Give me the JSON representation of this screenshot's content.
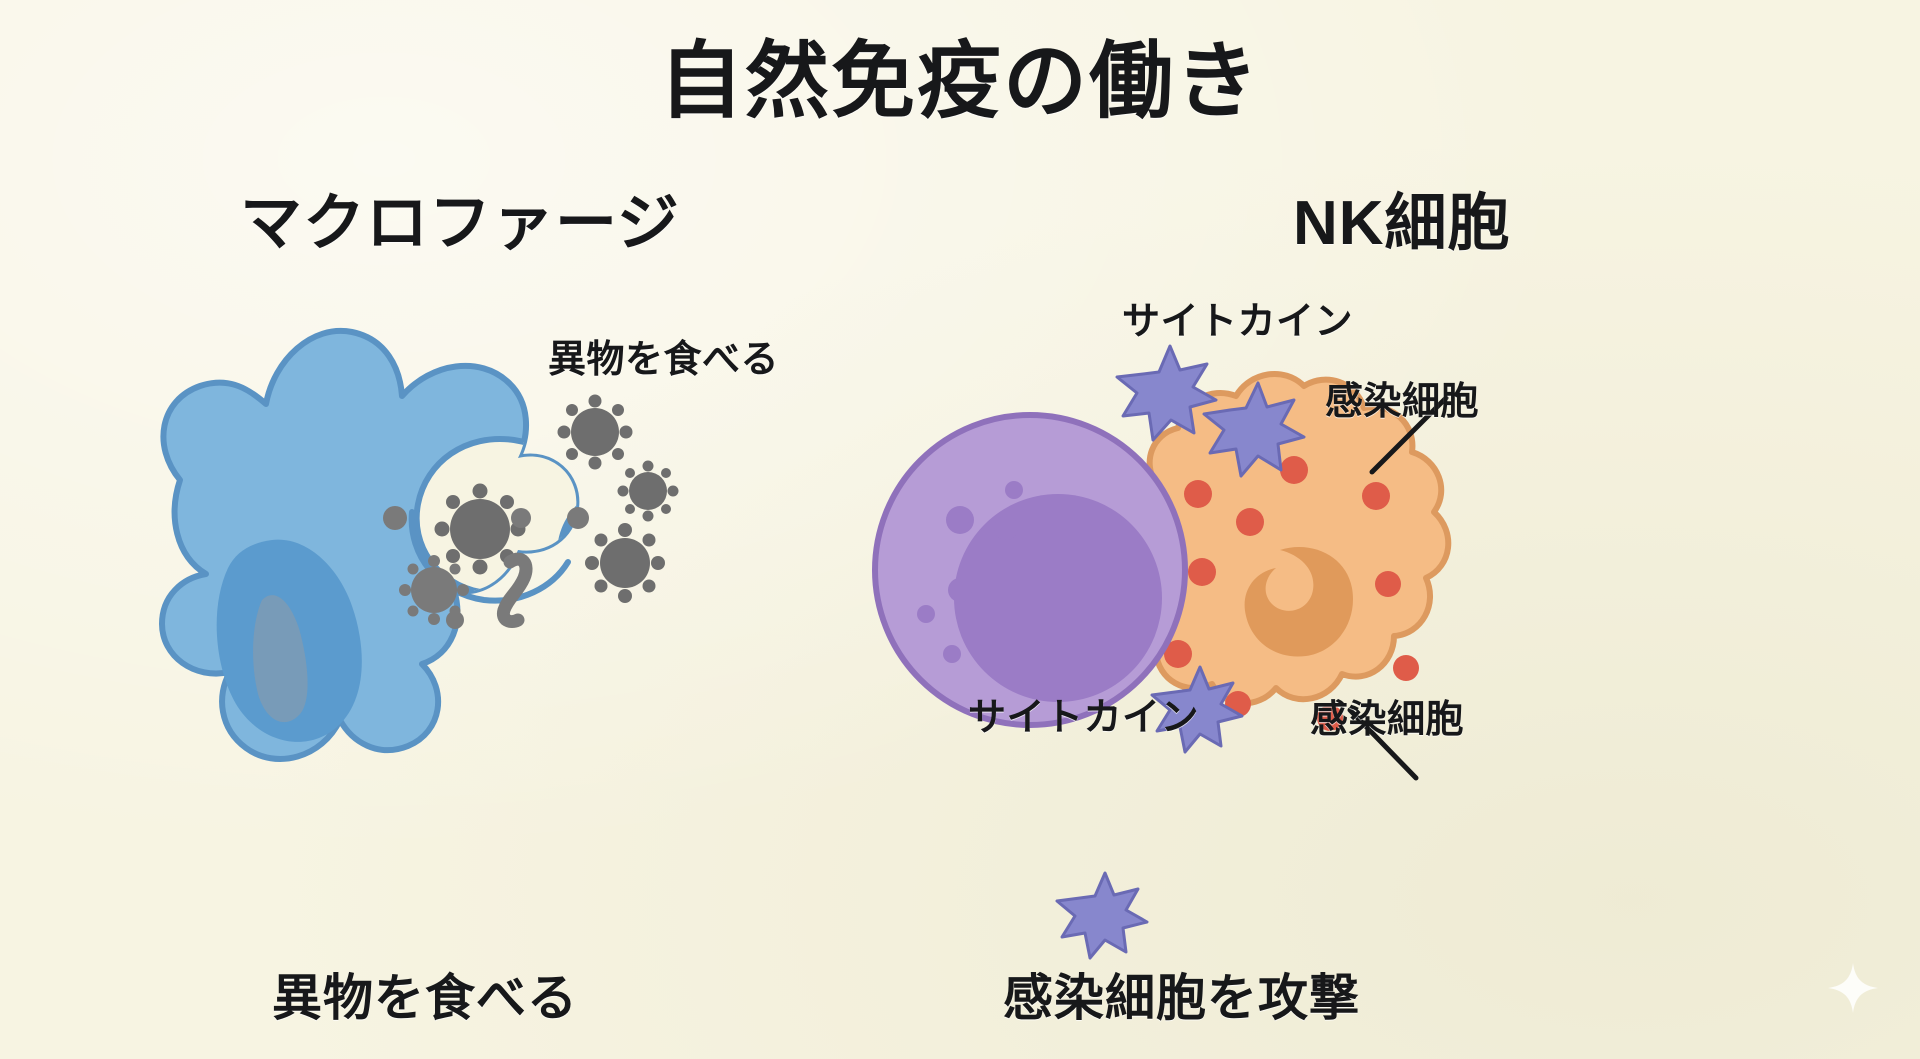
{
  "page": {
    "title": "自然免疫の働き",
    "background_color": "#f7f4e2",
    "text_color": "#17181a"
  },
  "panels": {
    "macrophage": {
      "heading": "マクロファージ",
      "caption": "異物を食べる",
      "annotation": "異物を食べる",
      "cell_color": "#7fb6dd",
      "cell_outline_color": "#5a93c4",
      "nucleus_color": "#5b9bce",
      "pathogen_color": "#6e6e6e"
    },
    "nk": {
      "heading": "NK細胞",
      "caption": "感染細胞を攻撃",
      "nk_cell_color": "#b69cd6",
      "nk_cell_outline_color": "#8f71bb",
      "nk_nucleus_color": "#9b7cc6",
      "infected_cell_color": "#f5bc85",
      "infected_cell_outline_color": "#dd9a5f",
      "infected_nucleus_color": "#e09a5b",
      "virus_dot_color": "#df5c49",
      "cytokine_color": "#8787cd",
      "cytokine_outline_color": "#6a6ab4",
      "annotations": {
        "cytokine_top": "サイトカイン",
        "cytokine_bottom": "サイトカイン",
        "infected_top": "感染細胞",
        "infected_bottom": "感染細胞"
      }
    }
  },
  "decorations": {
    "sparkle": "sparkle-icon"
  }
}
